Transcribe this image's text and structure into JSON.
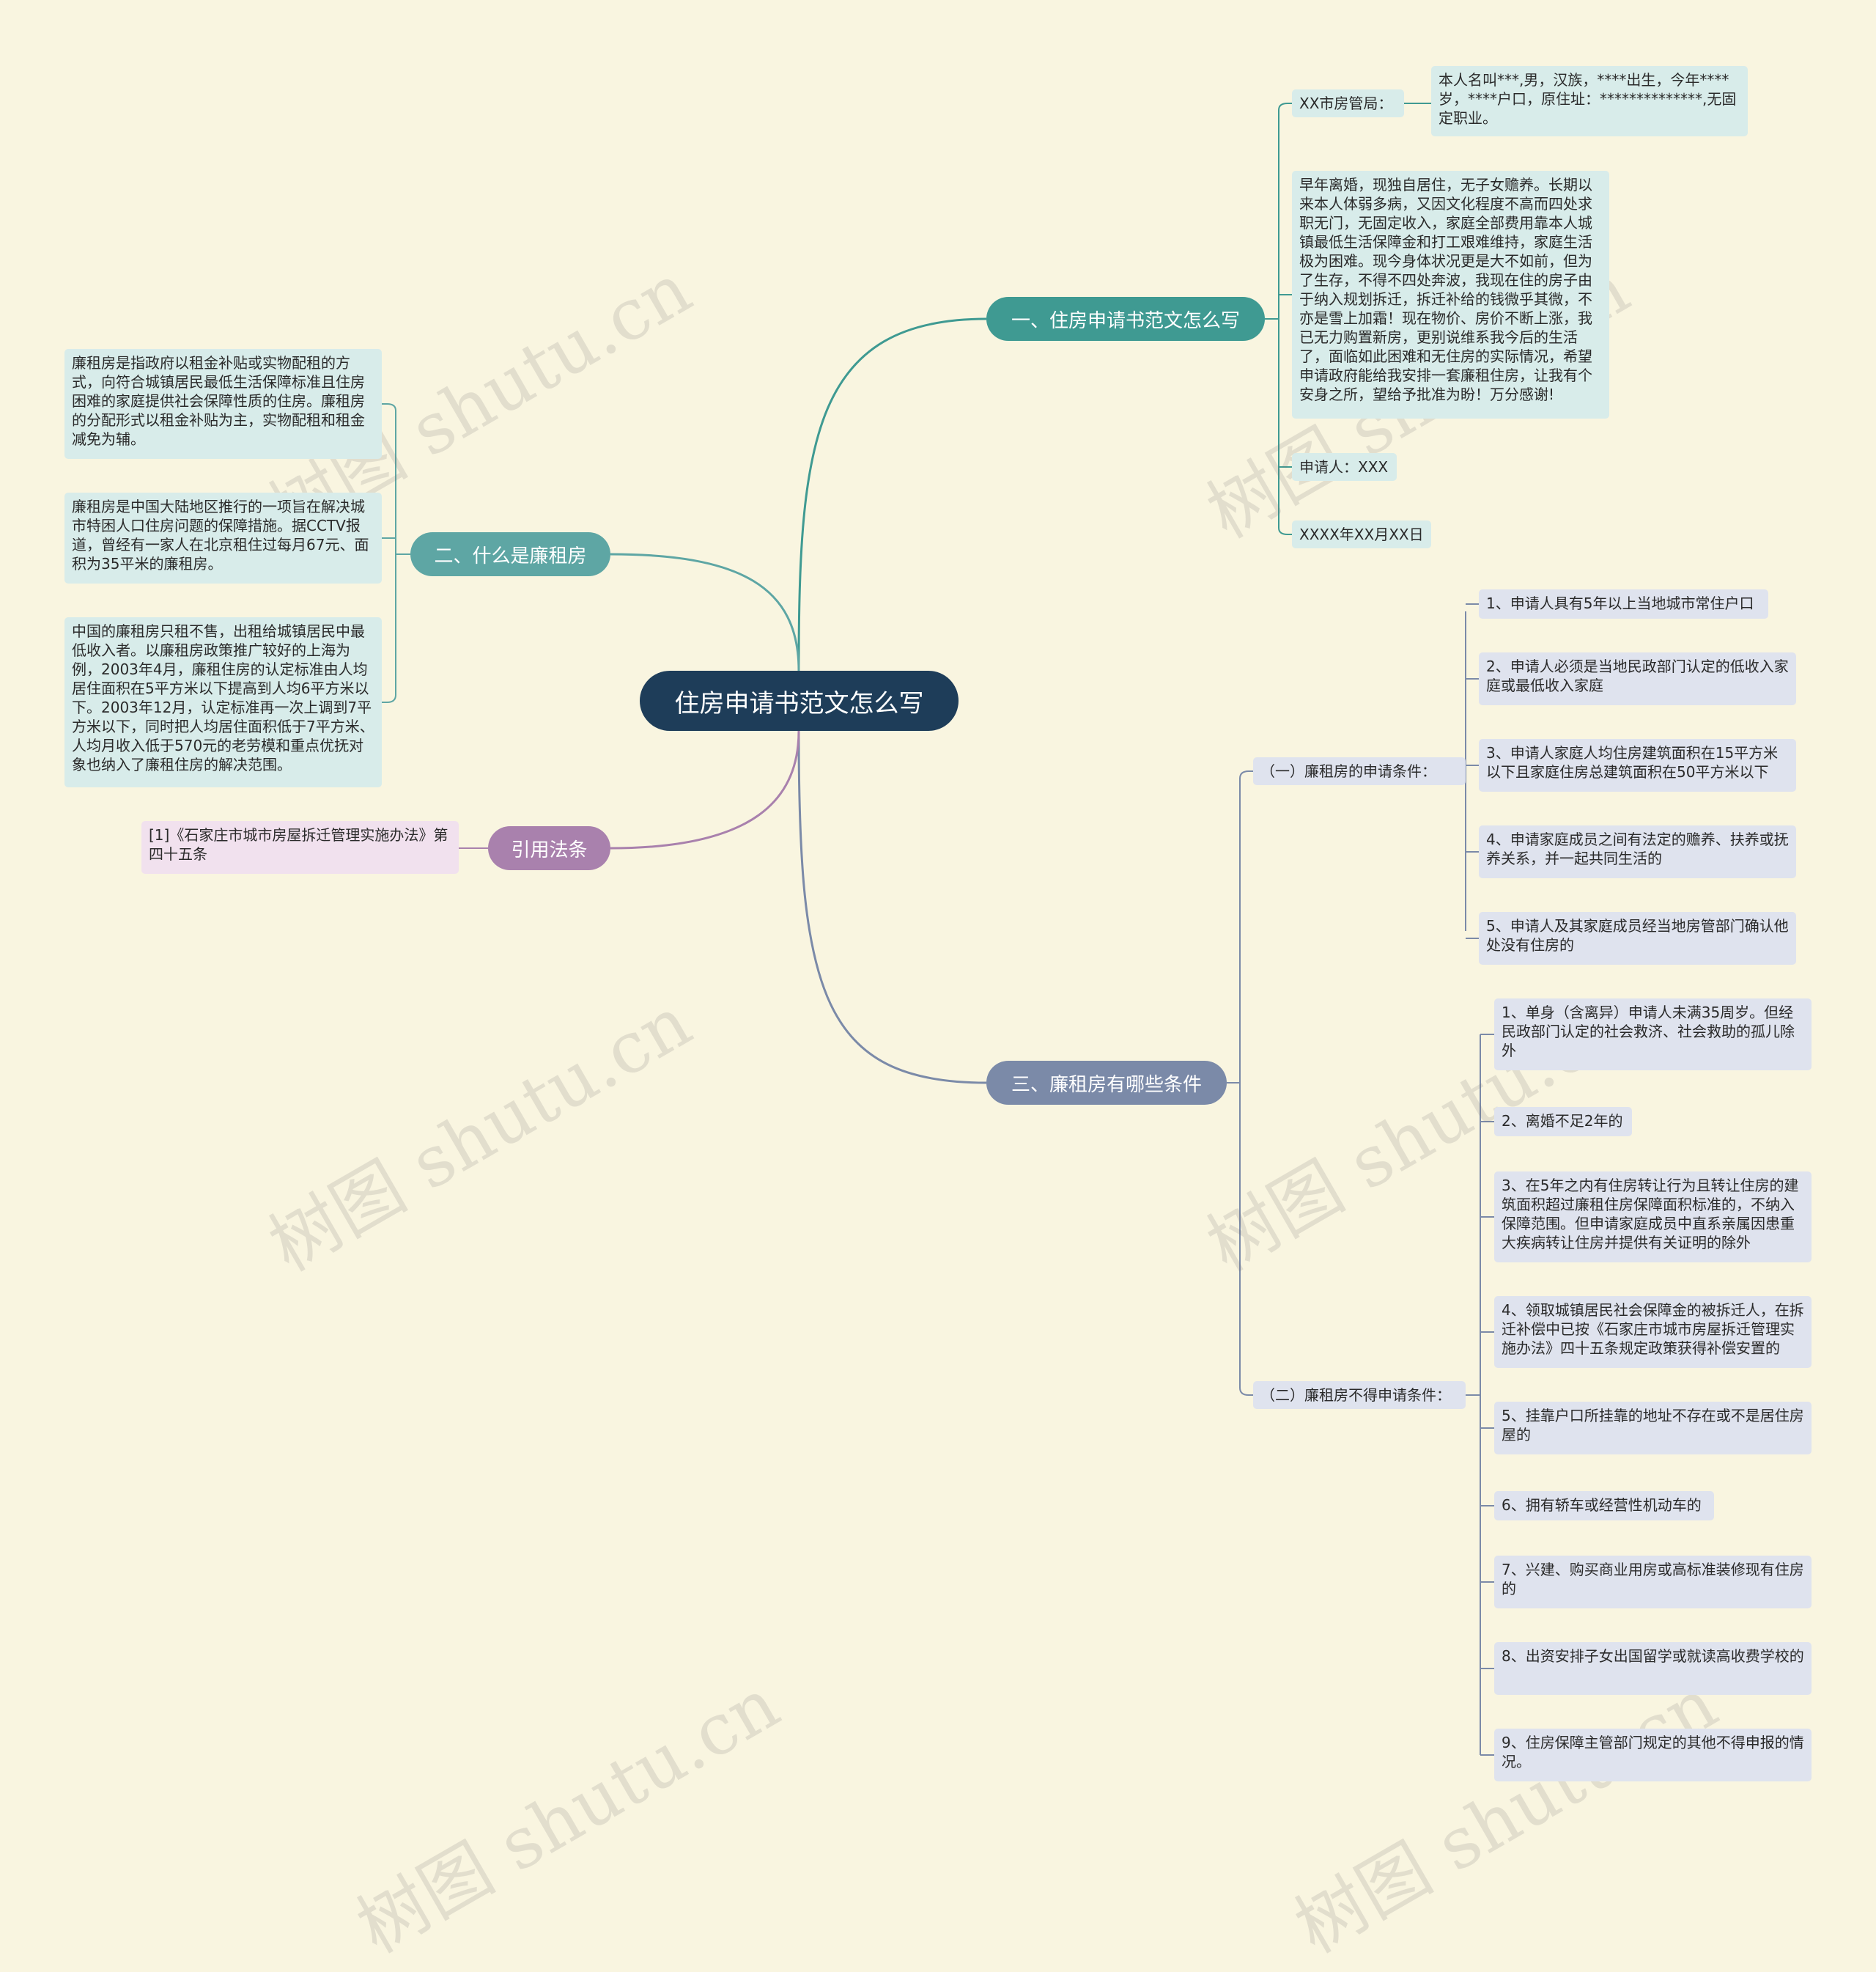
{
  "root": "住房申请书范文怎么写",
  "watermark": "树图 shutu.cn",
  "colors": {
    "background": "#f9f5e0",
    "root": "#1e3d59",
    "branch1": "#3f9a92",
    "branch2": "#5ea6a4",
    "branch3": "#7b8aa8",
    "branch4": "#a981ad"
  },
  "branch1": {
    "label": "一、住房申请书范文怎么写",
    "items": [
      "XX市房管局：",
      "早年离婚，现独自居住，无子女赡养。长期以来本人体弱多病，又因文化程度不高而四处求职无门，无固定收入，家庭全部费用靠本人城镇最低生活保障金和打工艰难维持，家庭生活极为困难。现今身体状况更是大不如前，但为了生存，不得不四处奔波，我现在住的房子由于纳入规划拆迁，拆迁补给的钱微乎其微，不亦是雪上加霜！现在物价、房价不断上涨，我已无力购置新房，更别说维系我今后的生活了，面临如此困难和无住房的实际情况，希望申请政府能给我安排一套廉租住房，让我有个安身之所，望给予批准为盼！万分感谢!",
      "申请人：XXX",
      "XXXX年XX月XX日"
    ],
    "sub": "本人名叫***,男，汉族，****出生，今年****岁，****户口，原住址：**************,无固定职业。"
  },
  "branch2": {
    "label": "二、什么是廉租房",
    "items": [
      "廉租房是指政府以租金补贴或实物配租的方式，向符合城镇居民最低生活保障标准且住房困难的家庭提供社会保障性质的住房。廉租房的分配形式以租金补贴为主，实物配租和租金减免为辅。",
      "廉租房是中国大陆地区推行的一项旨在解决城市特困人口住房问题的保障措施。据CCTV报道，曾经有一家人在北京租住过每月67元、面积为35平米的廉租房。",
      "中国的廉租房只租不售，出租给城镇居民中最低收入者。以廉租房政策推广较好的上海为例，2003年4月，廉租住房的认定标准由人均居住面积在5平方米以下提高到人均6平方米以下。2003年12月，认定标准再一次上调到7平方米以下，同时把人均居住面积低于7平方米、人均月收入低于570元的老劳模和重点优抚对象也纳入了廉租住房的解决范围。"
    ]
  },
  "branch3": {
    "label": "三、廉租房有哪些条件",
    "groups": [
      {
        "label": "（一）廉租房的申请条件：",
        "items": [
          "1、申请人具有5年以上当地城市常住户口",
          "2、申请人必须是当地民政部门认定的低收入家庭或最低收入家庭",
          "3、申请人家庭人均住房建筑面积在15平方米以下且家庭住房总建筑面积在50平方米以下",
          "4、申请家庭成员之间有法定的赡养、扶养或抚养关系，并一起共同生活的",
          "5、申请人及其家庭成员经当地房管部门确认他处没有住房的"
        ]
      },
      {
        "label": "（二）廉租房不得申请条件：",
        "items": [
          "1、单身（含离异）申请人未满35周岁。但经民政部门认定的社会救济、社会救助的孤儿除外",
          "2、离婚不足2年的",
          "3、在5年之内有住房转让行为且转让住房的建筑面积超过廉租住房保障面积标准的，不纳入保障范围。但申请家庭成员中直系亲属因患重大疾病转让住房并提供有关证明的除外",
          "4、领取城镇居民社会保障金的被拆迁人，在拆迁补偿中已按《石家庄市城市房屋拆迁管理实施办法》四十五条规定政策获得补偿安置的",
          "5、挂靠户口所挂靠的地址不存在或不是居住房屋的",
          "6、拥有轿车或经营性机动车的",
          "7、兴建、购买商业用房或高标准装修现有住房的",
          "8、出资安排子女出国留学或就读高收费学校的",
          "9、住房保障主管部门规定的其他不得申报的情况。"
        ]
      }
    ]
  },
  "branch4": {
    "label": "引用法条",
    "items": [
      "[1]《石家庄市城市房屋拆迁管理实施办法》第四十五条"
    ]
  }
}
